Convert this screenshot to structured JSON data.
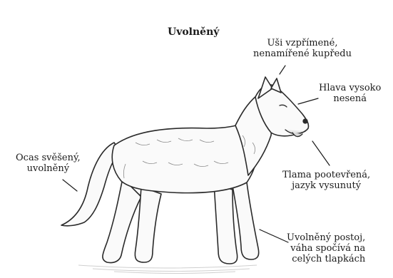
{
  "title": "Uvolněný",
  "annotations": {
    "ears": [
      "Uši vzpřímené,",
      "nenamířené kupředu"
    ],
    "head": [
      "Hlava vysoko",
      "nesená"
    ],
    "tail": [
      "Ocas svěšený,",
      "uvolněný"
    ],
    "mouth": [
      "Tlama pootevřená,",
      "jazyk vysunutý"
    ],
    "stance": [
      "Uvolněný postoj,",
      "váha spočívá na",
      "celých tlapkách"
    ]
  }
}
